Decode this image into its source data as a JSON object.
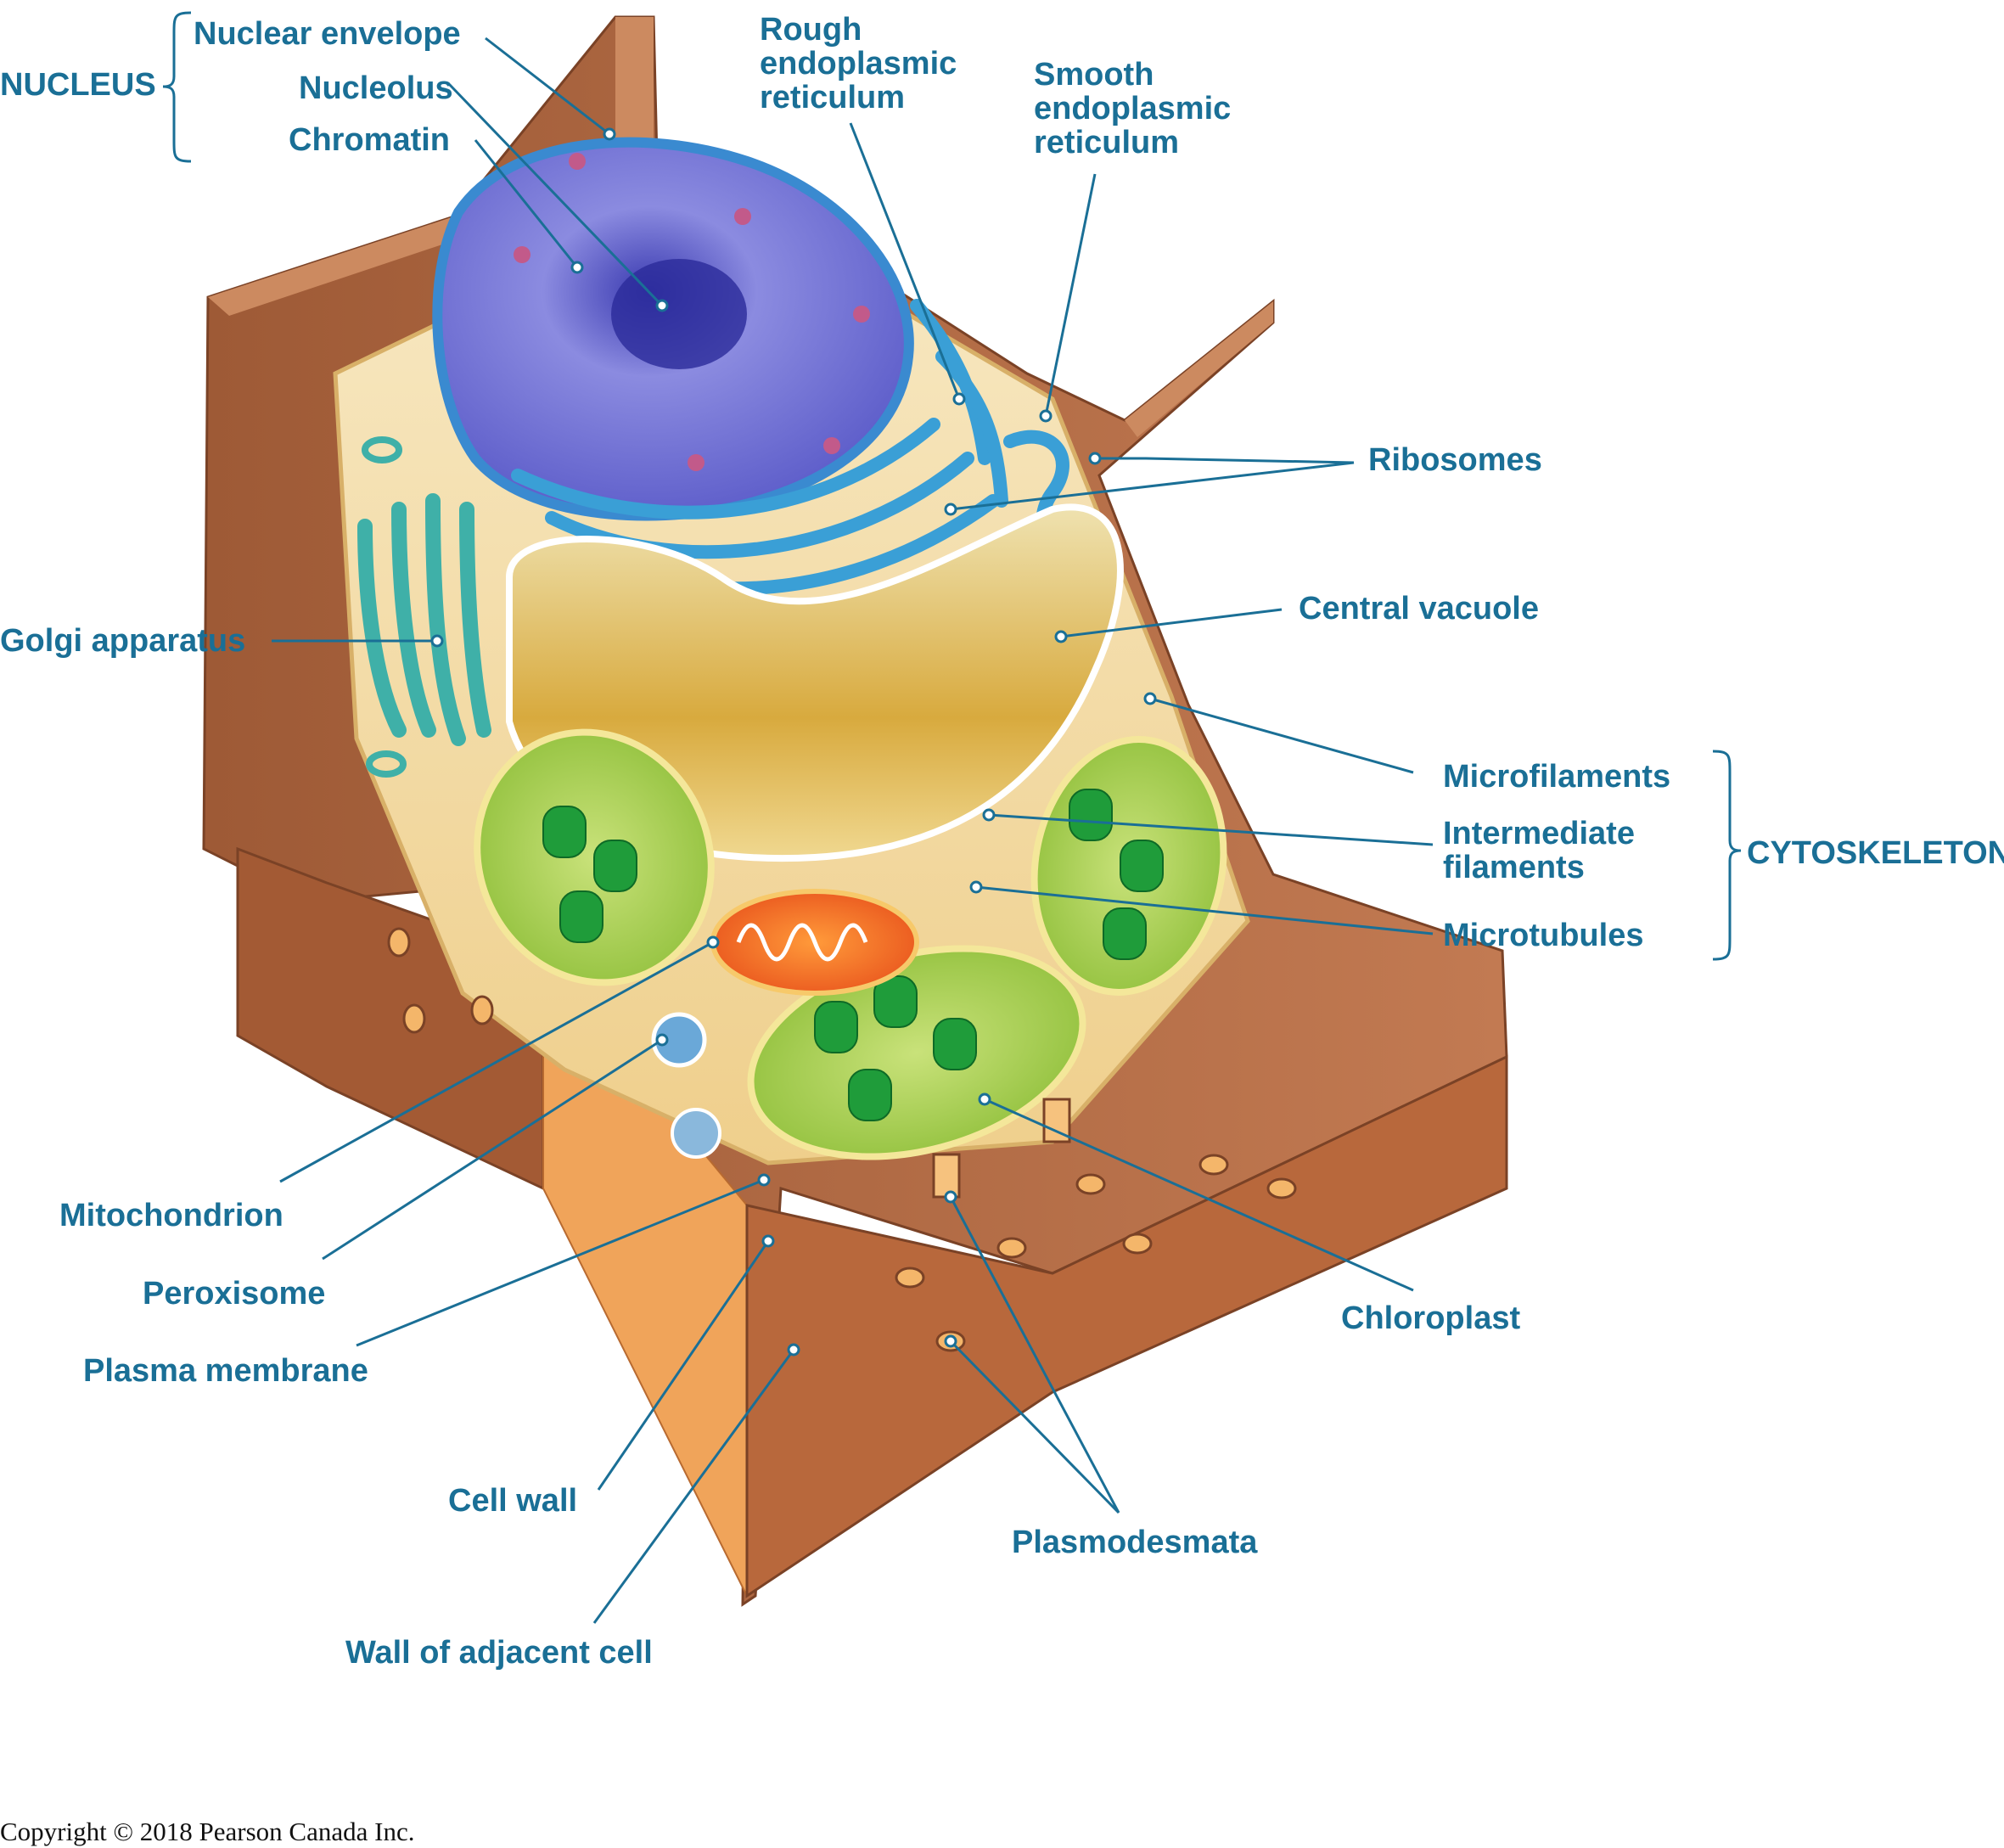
{
  "colors": {
    "label": "#1a6f96",
    "leader_line": "#1a6f96",
    "cell_wall": "#b8704a",
    "cytoplasm": "#f2d7a0",
    "nucleus": "#7f7fd6",
    "endoplasmic_reticulum": "#3a9fd6",
    "central_vacuole": "#d9b24a",
    "chloroplast": "#8dc63f",
    "thylakoid": "#1f9c3a",
    "golgi": "#3fb0a8",
    "mitochondrion": "#f26b2a"
  },
  "groups": {
    "nucleus": "NUCLEUS",
    "cytoskeleton": "CYTOSKELETON"
  },
  "labels": {
    "nuclear_envelope": "Nuclear envelope",
    "nucleolus": "Nucleolus",
    "chromatin": "Chromatin",
    "rough_er": [
      "Rough",
      "endoplasmic",
      "reticulum"
    ],
    "smooth_er": [
      "Smooth",
      "endoplasmic",
      "reticulum"
    ],
    "ribosomes": "Ribosomes",
    "golgi_apparatus": "Golgi apparatus",
    "central_vacuole": "Central vacuole",
    "microfilaments": "Microfilaments",
    "intermediate_filaments": [
      "Intermediate",
      "filaments"
    ],
    "microtubules": "Microtubules",
    "mitochondrion": "Mitochondrion",
    "peroxisome": "Peroxisome",
    "plasma_membrane": "Plasma membrane",
    "chloroplast": "Chloroplast",
    "cell_wall": "Cell wall",
    "plasmodesmata": "Plasmodesmata",
    "wall_of_adjacent_cell": "Wall of adjacent cell"
  },
  "copyright": "Copyright © 2018 Pearson Canada Inc."
}
